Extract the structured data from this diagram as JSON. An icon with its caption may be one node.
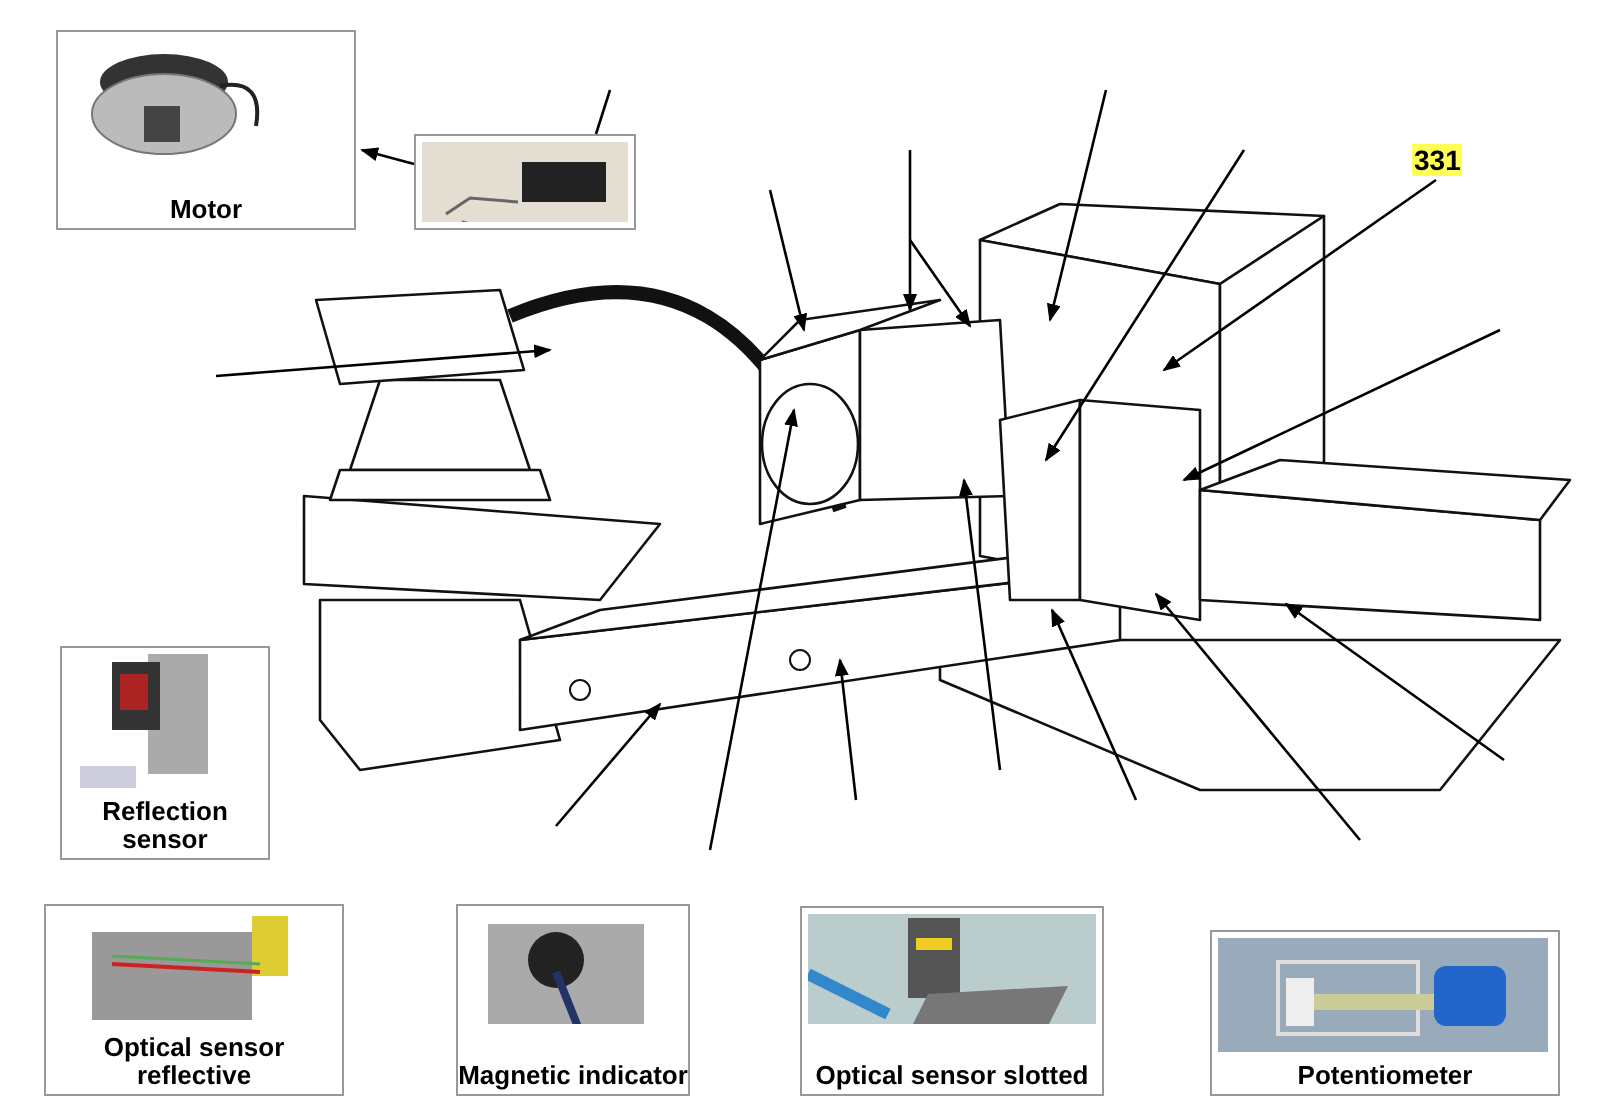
{
  "diagram": {
    "nodes": [
      {
        "text": [
          "Motor"
        ]
      },
      {
        "text": [],
        "shape": "picture"
      },
      {
        "text": [
          "331"
        ]
      },
      {
        "text": [],
        "shape": "picture"
      },
      {
        "text": [
          "Reflection sensor"
        ]
      },
      {
        "text": [
          "Optical sensor reflective"
        ]
      },
      {
        "text": [
          "Magnetic indicator"
        ]
      },
      {
        "text": [
          "Optical sensor slotted"
        ]
      },
      {
        "text": [
          "Potentiometer"
        ]
      }
    ],
    "edges": [
      {
        "from": null,
        "to": 1,
        "arrow": "none"
      },
      {
        "from": 1,
        "to": 0,
        "arrow": "to"
      },
      {
        "from": null,
        "to": 3,
        "arrow": "to"
      },
      {
        "from": null,
        "to": 3,
        "arrow": "to"
      },
      {
        "from": null,
        "to": 3,
        "arrow": "to"
      },
      {
        "from": null,
        "to": 3,
        "arrow": "to"
      },
      {
        "from": null,
        "to": 3,
        "arrow": "to"
      },
      {
        "from": null,
        "to": 3,
        "arrow": "to"
      },
      {
        "from": 2,
        "to": 3,
        "arrow": "to"
      },
      {
        "from": null,
        "to": 3,
        "arrow": "to"
      },
      {
        "from": null,
        "to": 3,
        "arrow": "to"
      },
      {
        "from": null,
        "to": 3,
        "arrow": "to"
      },
      {
        "from": null,
        "to": 3,
        "arrow": "to"
      },
      {
        "from": null,
        "to": 3,
        "arrow": "to"
      },
      {
        "from": null,
        "to": 3,
        "arrow": "to"
      },
      {
        "from": null,
        "to": 3,
        "arrow": "to"
      },
      {
        "from": null,
        "to": 3,
        "arrow": "to"
      }
    ]
  }
}
